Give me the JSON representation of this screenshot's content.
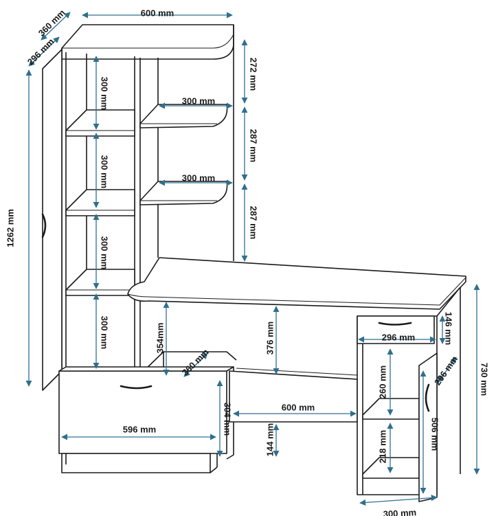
{
  "colors": {
    "dimension": "#2f6f8f",
    "line": "#1a1a1a",
    "background": "#ffffff"
  },
  "dimensions": [
    {
      "id": "tower-width",
      "label": "600 mm"
    },
    {
      "id": "tower-depth",
      "label": "360 mm"
    },
    {
      "id": "tower-inner-depth",
      "label": "296 mm"
    },
    {
      "id": "total-height",
      "label": "1262 mm"
    },
    {
      "id": "top-shelf-gap",
      "label": "272 mm"
    },
    {
      "id": "side-shelf-gap-1",
      "label": "287 mm"
    },
    {
      "id": "side-shelf-gap-2",
      "label": "287 mm"
    },
    {
      "id": "side-shelf-1-width",
      "label": "300 mm"
    },
    {
      "id": "side-shelf-2-width",
      "label": "300 mm"
    },
    {
      "id": "cell-height-1",
      "label": "300 mm"
    },
    {
      "id": "cell-height-2",
      "label": "300 mm"
    },
    {
      "id": "cell-height-3",
      "label": "300 mm"
    },
    {
      "id": "cell-height-4",
      "label": "300 mm"
    },
    {
      "id": "under-desk-height",
      "label": "354mm"
    },
    {
      "id": "niche-depth",
      "label": "360 mm"
    },
    {
      "id": "knee-height",
      "label": "376 mm"
    },
    {
      "id": "drawer-width",
      "label": "596 mm"
    },
    {
      "id": "drawer-height",
      "label": "304 mm"
    },
    {
      "id": "knee-width",
      "label": "600 mm"
    },
    {
      "id": "bottom-gap",
      "label": "144 mm"
    },
    {
      "id": "small-drawer-width",
      "label": "296 mm"
    },
    {
      "id": "small-drawer-height",
      "label": "146 mm"
    },
    {
      "id": "pedestal-depth",
      "label": "296 mm"
    },
    {
      "id": "desk-height",
      "label": "730 mm"
    },
    {
      "id": "pedestal-cell-1",
      "label": "260 mm"
    },
    {
      "id": "pedestal-cell-2",
      "label": "218 mm"
    },
    {
      "id": "pedestal-door",
      "label": "506 mm"
    },
    {
      "id": "pedestal-width",
      "label": "300 mm"
    }
  ]
}
